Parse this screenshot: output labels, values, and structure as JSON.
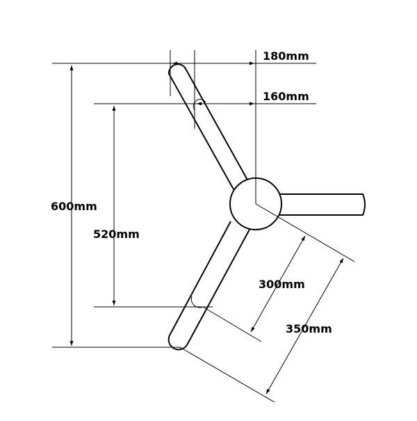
{
  "dimensions": {
    "d180": "180mm",
    "d160": "160mm",
    "d600": "600mm",
    "d520": "520mm",
    "d300": "300mm",
    "d350": "350mm"
  }
}
